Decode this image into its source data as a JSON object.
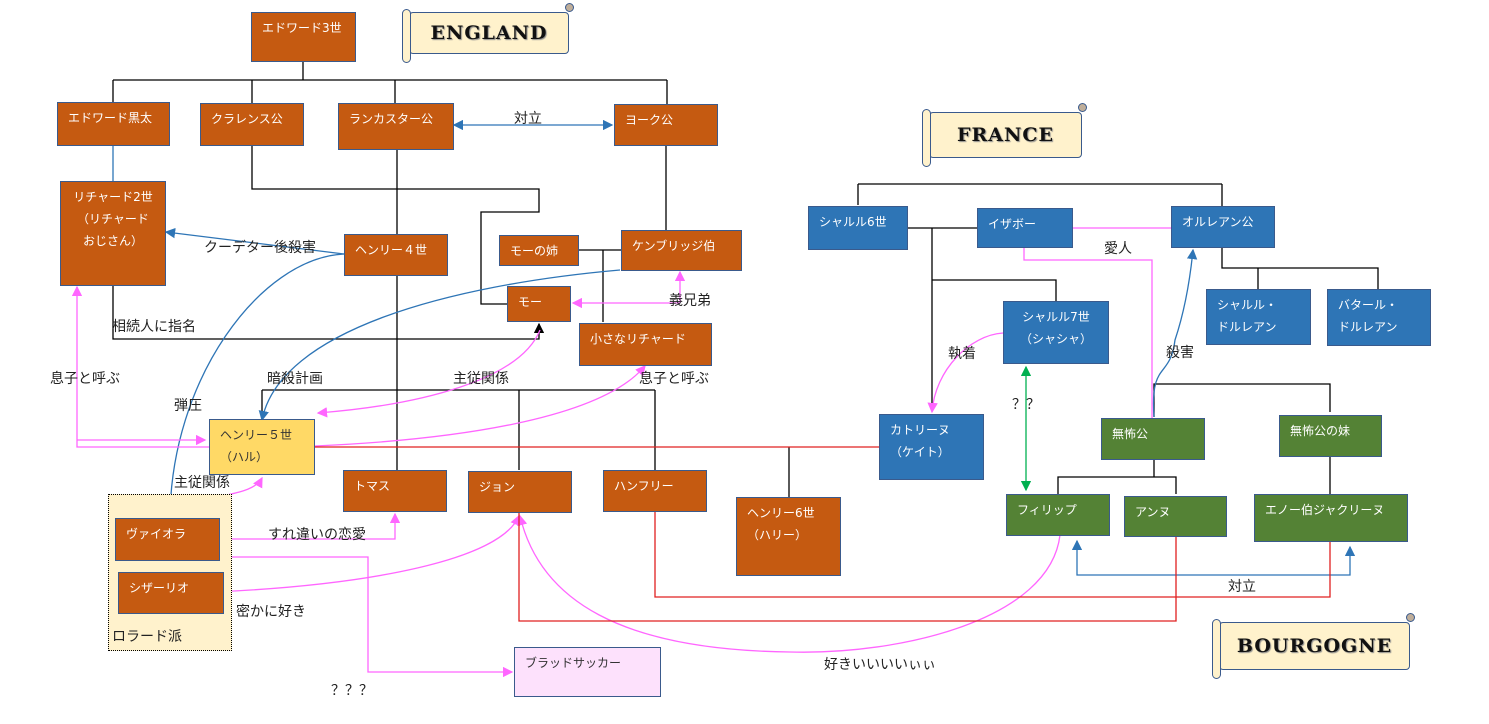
{
  "regions": {
    "england": "ENGLAND",
    "france": "FRANCE",
    "bourgogne": "BOURGOGNE"
  },
  "group": {
    "lollard_label": "ロラード派"
  },
  "nodes": {
    "edward3": "エドワード3世",
    "black_prince": "エドワード黒太",
    "clarence": "クラレンス公",
    "lancaster": "ランカスター公",
    "york": "ヨーク公",
    "richard2": "リチャード2世\n（リチャード\nおじさん）",
    "henry4": "ヘンリー４世",
    "mo_sister": "モーの姉",
    "cambridge": "ケンブリッジ伯",
    "mo": "モー",
    "little_richard": "小さなリチャード",
    "henry5": "ヘンリー５世\n（ハル）",
    "thomas": "トマス",
    "john": "ジョン",
    "humphrey": "ハンフリー",
    "henry6": "ヘンリー6世\n（ハリー）",
    "viola": "ヴァイオラ",
    "cesario": "シザーリオ",
    "bloodsucker": "ブラッドサッカー",
    "charles6": "シャルル6世",
    "isabeau": "イザボー",
    "orleans": "オルレアン公",
    "charles_dorleans": "シャルル・\nドルレアン",
    "bastard_dorleans": "バタール・\nドルレアン",
    "charles7": "シャルル7世\n（シャシャ）",
    "catherine": "カトリーヌ\n（ケイト）",
    "fearless": "無怖公",
    "fearless_sister": "無怖公の妹",
    "philippe": "フィリップ",
    "anne": "アンヌ",
    "jacqueline": "エノー伯ジャクリーヌ"
  },
  "labels": {
    "conflict_top": "対立",
    "coup_kill": "クーデター後殺害",
    "named_heir": "相続人に指名",
    "call_son_left": "息子と呼ぶ",
    "suppression": "弾圧",
    "assassination_plot": "暗殺計画",
    "master_servant_mid": "主従関係",
    "call_son_right": "息子と呼ぶ",
    "brother_in_law": "義兄弟",
    "master_servant_low": "主従関係",
    "crossed_love": "すれ違いの恋愛",
    "secretly_like": "密かに好き",
    "question3": "？？？",
    "love_long": "好きいいいいぃぃ",
    "lover": "愛人",
    "obsession": "執着",
    "question2": "？？",
    "murder": "殺害",
    "conflict_bottom": "対立"
  },
  "colors": {
    "england": "#c55a11",
    "france": "#2e75b6",
    "bourgogne": "#548235",
    "henry5": "#ffd966",
    "bloodsucker": "#fde1fc",
    "scroll": "#fff2cc",
    "pink_line": "#ff66ff",
    "blue_line": "#2e75b6",
    "red_line": "#e02020",
    "green_line": "#00b050"
  }
}
